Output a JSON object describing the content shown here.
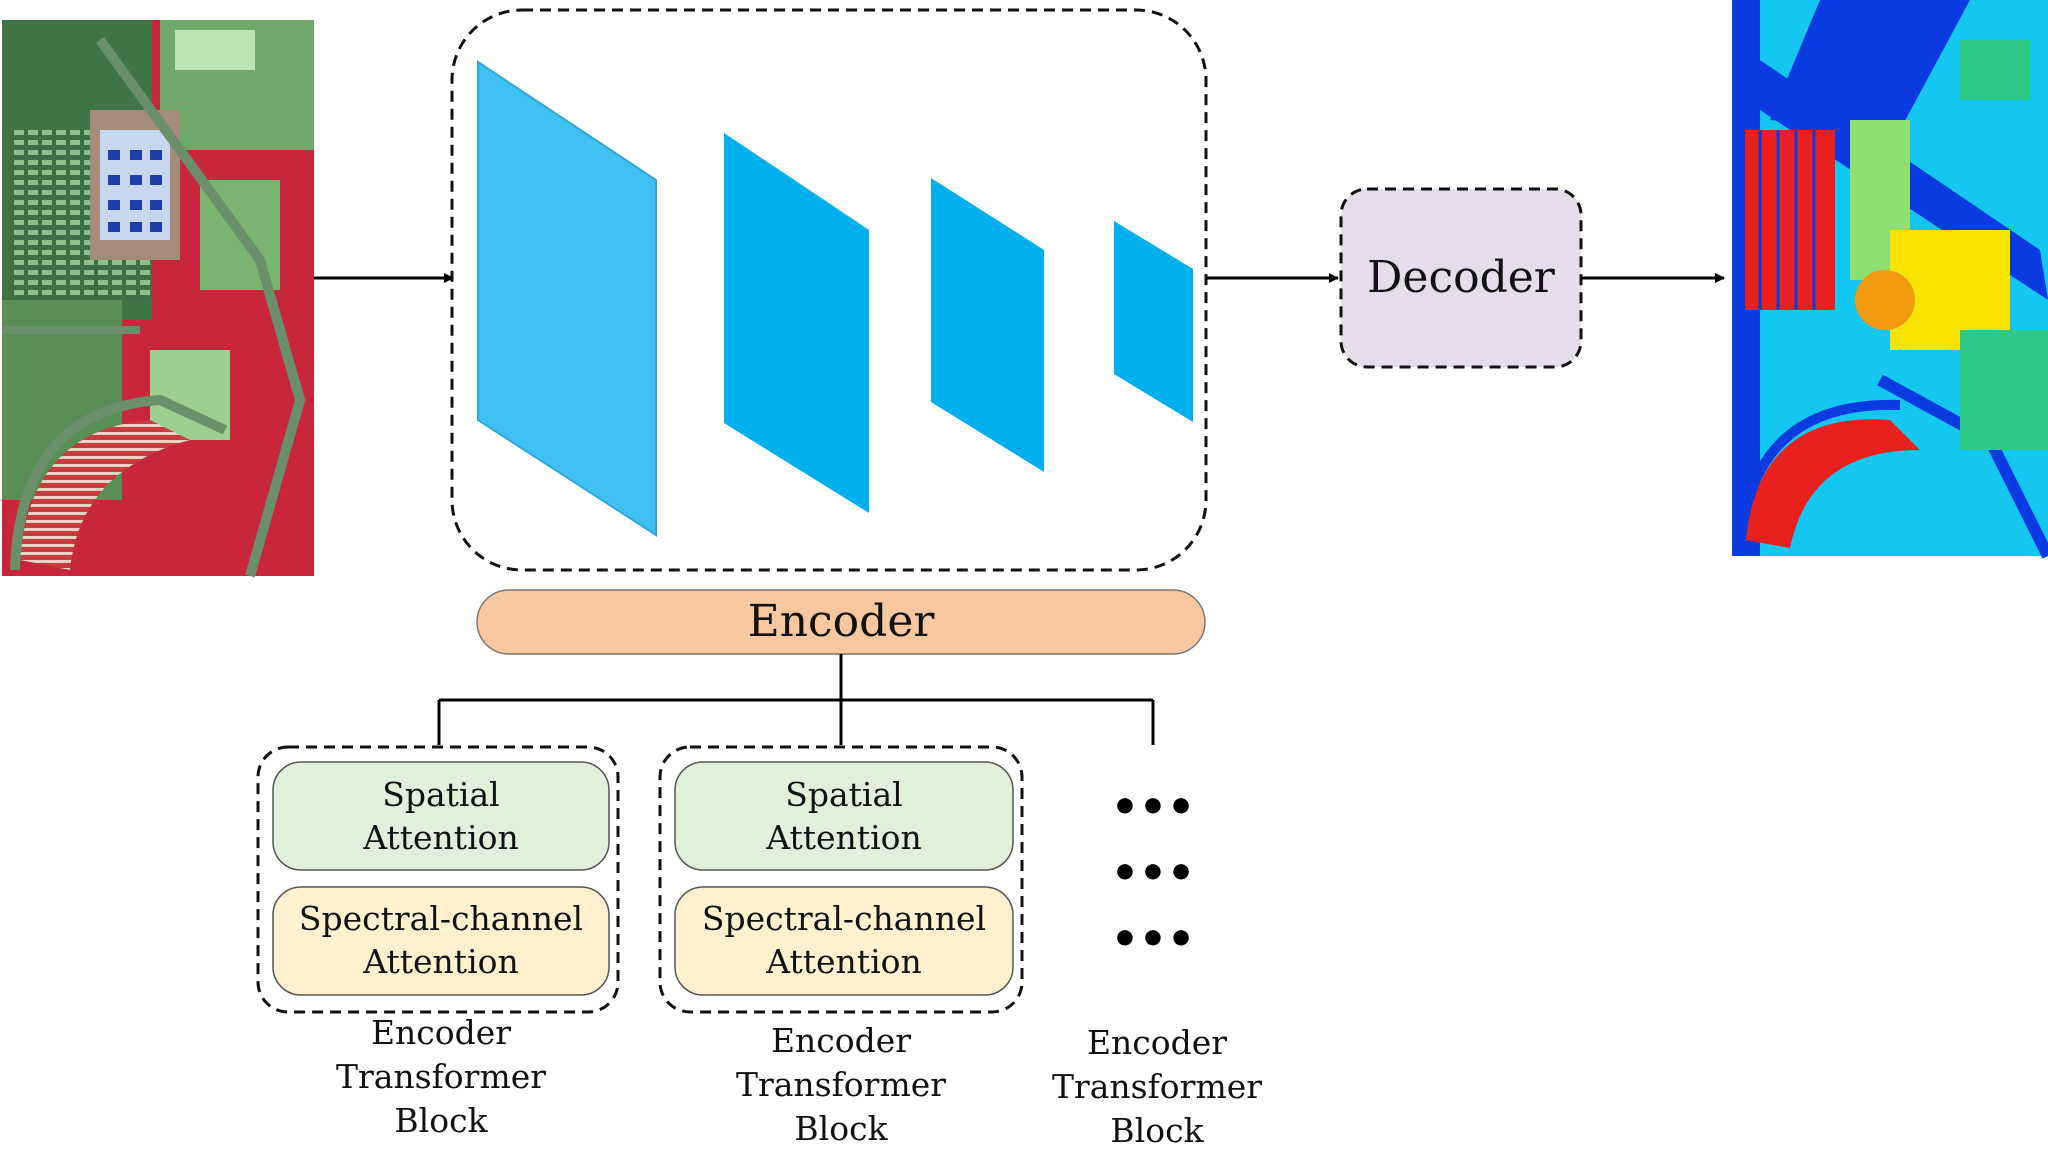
{
  "encoder": {
    "label": "Encoder"
  },
  "decoder": {
    "label": "Decoder"
  },
  "blocks": [
    {
      "spatial": [
        "Spatial",
        "Attention"
      ],
      "spectral": [
        "Spectral-channel",
        "Attention"
      ],
      "caption": [
        "Encoder",
        "Transformer",
        "Block"
      ]
    },
    {
      "spatial": [
        "Spatial",
        "Attention"
      ],
      "spectral": [
        "Spectral-channel",
        "Attention"
      ],
      "caption": [
        "Encoder",
        "Transformer",
        "Block"
      ]
    }
  ],
  "ellipsis": {
    "rows": [
      "•••",
      "•••",
      "•••"
    ],
    "caption": [
      "Encoder",
      "Transformer",
      "Block"
    ]
  },
  "colors": {
    "layer_light": "#3EC1F0",
    "layer": "#00B0EC",
    "encoder_bar": "#F7C7A0",
    "decoder_box": "#E3DEEA",
    "spatial_box": "#E2EFDA",
    "spectral_box": "#FFF1CF",
    "input_red": "#D4263A",
    "input_green": "#5E9A5A",
    "output_blue": "#0A3BE0",
    "output_cyan": "#14C7F0",
    "output_red": "#E8201E",
    "output_yellow": "#F8E200",
    "output_orange": "#F49A10",
    "output_green": "#2CC987"
  }
}
